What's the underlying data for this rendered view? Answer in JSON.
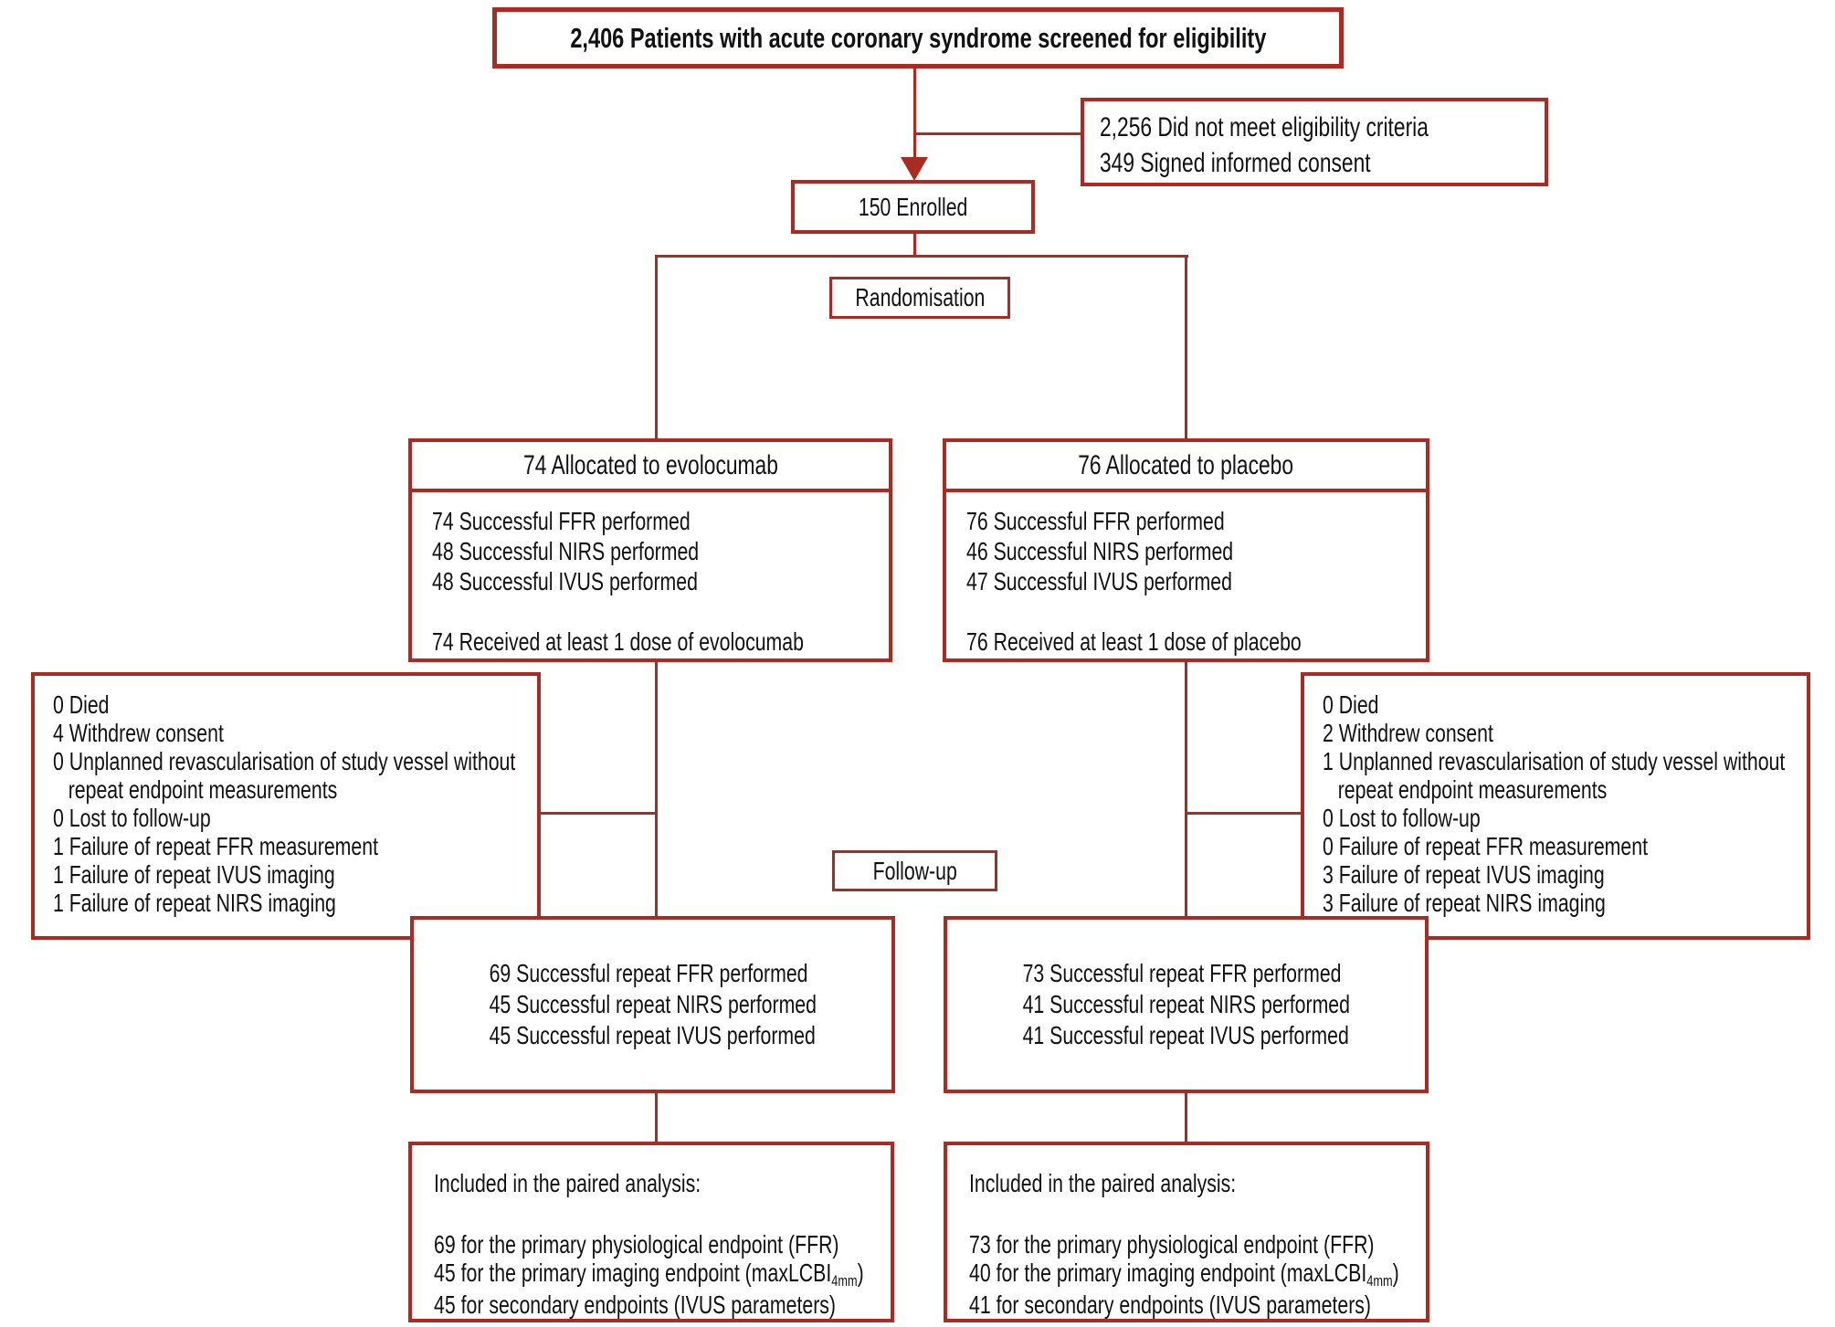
{
  "colors": {
    "accent_red": "#a82b24",
    "text": "#111111",
    "background": "#ffffff"
  },
  "boxes": {
    "screened": {
      "title": "2,406 Patients with acute coronary syndrome screened for eligibility"
    },
    "not_eligible": {
      "lines": [
        "2,256 Did not meet eligibility criteria",
        "349 Signed informed consent"
      ]
    },
    "enrolled": {
      "label": "150 Enrolled"
    },
    "randomisation": {
      "label": "Randomisation"
    },
    "followup": {
      "label": "Follow-up"
    },
    "evolocumab": {
      "title": "74 Allocated to evolocumab",
      "lines": [
        "74 Successful FFR performed",
        "48 Successful NIRS performed",
        "48 Successful IVUS performed"
      ],
      "dose": "74 Received at least 1 dose of evolocumab"
    },
    "placebo": {
      "title": "76 Allocated to placebo",
      "lines": [
        "76 Successful FFR performed",
        "46 Successful NIRS performed",
        "47 Successful IVUS performed"
      ],
      "dose": "76 Received at least 1 dose of placebo"
    },
    "evolocumab_exclusions": {
      "lines": [
        "0 Died",
        "4 Withdrew consent",
        "0 Unplanned revascularisation of study vessel without",
        "repeat endpoint measurements",
        "0 Lost to follow-up",
        "1 Failure of repeat FFR measurement",
        "1 Failure of repeat IVUS imaging",
        "1 Failure of repeat NIRS imaging"
      ]
    },
    "placebo_exclusions": {
      "lines": [
        "0 Died",
        "2 Withdrew consent",
        "1 Unplanned revascularisation of study vessel without",
        "repeat endpoint measurements",
        "0 Lost to follow-up",
        "0 Failure of repeat FFR measurement",
        "3 Failure of repeat IVUS imaging",
        "3 Failure of repeat NIRS imaging"
      ]
    },
    "evolocumab_repeat": {
      "lines": [
        "69 Successful repeat FFR performed",
        "45 Successful repeat NIRS performed",
        "45 Successful repeat IVUS performed"
      ]
    },
    "placebo_repeat": {
      "lines": [
        "73 Successful repeat FFR performed",
        "41 Successful repeat NIRS performed",
        "41 Successful repeat IVUS performed"
      ]
    },
    "evolocumab_paired": {
      "heading": "Included in the paired analysis:",
      "ffr": "69 for the primary physiological endpoint (FFR)",
      "imaging_prefix": "45 for the primary imaging endpoint (maxLCBI",
      "imaging_sub": "4mm",
      "imaging_suffix": ")",
      "secondary": "45 for secondary endpoints (IVUS parameters)"
    },
    "placebo_paired": {
      "heading": "Included in the paired analysis:",
      "ffr": "73 for the primary physiological endpoint (FFR)",
      "imaging_prefix": "40 for the primary imaging endpoint (maxLCBI",
      "imaging_sub": "4mm",
      "imaging_suffix": ")",
      "secondary": "41 for secondary endpoints (IVUS parameters)"
    }
  }
}
